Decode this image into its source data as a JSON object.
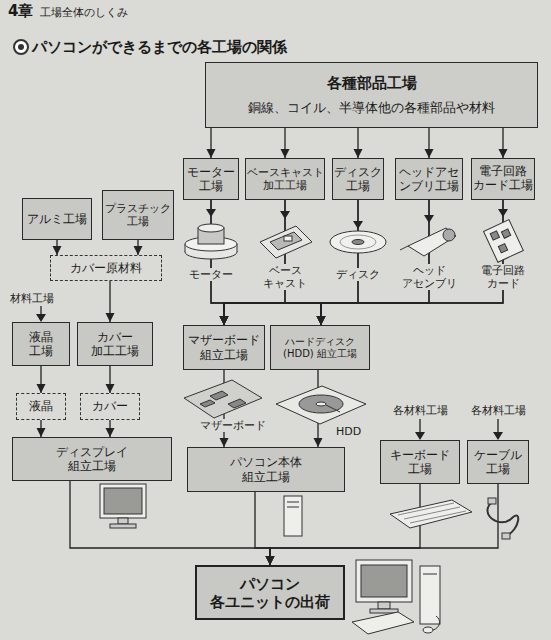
{
  "diagram": {
    "title": "パソコンができるまでの各工場の関係",
    "nodes": [
      {
        "text": [
          "各種部品工場",
          "銅線、コイル、半導体他の各種部品や材料"
        ]
      },
      {
        "text": [
          "モーター 工場"
        ]
      },
      {
        "text": [
          "ベースキャスト 加工工場"
        ]
      },
      {
        "text": [
          "ディスク 工場"
        ]
      },
      {
        "text": [
          "ヘッドアセ ンブリ工場"
        ]
      },
      {
        "text": [
          "電子回路 カード工場"
        ]
      },
      {
        "text": [
          "アルミ工場"
        ]
      },
      {
        "text": [
          "プラスチック 工場"
        ]
      },
      {
        "text": [
          "カバー原材料"
        ]
      },
      {
        "text": [
          "液晶 工場"
        ]
      },
      {
        "text": [
          "カバー 加工工場"
        ]
      },
      {
        "text": [
          "マザーボード 組立工場"
        ]
      },
      {
        "text": [
          "ハードディスク(HDD) 組立工場"
        ]
      },
      {
        "text": [
          "液晶"
        ]
      },
      {
        "text": [
          "カバー"
        ]
      },
      {
        "text": [
          "ディスプレイ 組立工場"
        ]
      },
      {
        "text": [
          "パソコン本体 組立工場"
        ]
      },
      {
        "text": [
          "キーボード 工場"
        ]
      },
      {
        "text": [
          "ケーブル 工場"
        ]
      },
      {
        "text": [
          "パソコン 各ユニットの出荷"
        ]
      }
    ],
    "edges": [
      {
        "from": 0,
        "to": 1,
        "arrow": "to"
      },
      {
        "from": 0,
        "to": 2,
        "arrow": "to"
      },
      {
        "from": 0,
        "to": 3,
        "arrow": "to"
      },
      {
        "from": 0,
        "to": 4,
        "arrow": "to"
      },
      {
        "from": 0,
        "to": 5,
        "arrow": "to"
      },
      {
        "from": 1,
        "to": 11,
        "arrow": "to"
      },
      {
        "from": 1,
        "to": 12,
        "arrow": "to"
      },
      {
        "from": 2,
        "to": 11,
        "arrow": "to"
      },
      {
        "from": 2,
        "to": 12,
        "arrow": "to"
      },
      {
        "from": 3,
        "to": 11,
        "arrow": "to"
      },
      {
        "from": 3,
        "to": 12,
        "arrow": "to"
      },
      {
        "from": 4,
        "to": 11,
        "arrow": "to"
      },
      {
        "from": 4,
        "to": 12,
        "arrow": "to"
      },
      {
        "from": 5,
        "to": 11,
        "arrow": "to"
      },
      {
        "from": 5,
        "to": 12,
        "arrow": "to"
      },
      {
        "from": 6,
        "to": 8,
        "arrow": "to"
      },
      {
        "from": 7,
        "to": 8,
        "arrow": "to"
      },
      {
        "from": 8,
        "to": 10,
        "arrow": "to"
      },
      {
        "from": 9,
        "to": 13,
        "arrow": "to"
      },
      {
        "from": 10,
        "to": 14,
        "arrow": "to"
      },
      {
        "from": 13,
        "to": 15,
        "arrow": "to"
      },
      {
        "from": 14,
        "to": 15,
        "arrow": "to"
      },
      {
        "from": 11,
        "to": 16,
        "arrow": "to"
      },
      {
        "from": 12,
        "to": 16,
        "arrow": "to"
      },
      {
        "from": 15,
        "to": 19,
        "arrow": "to"
      },
      {
        "from": 16,
        "to": 19,
        "arrow": "to"
      },
      {
        "from": 17,
        "to": 19,
        "arrow": "to"
      },
      {
        "from": 18,
        "to": 19,
        "arrow": "to"
      }
    ],
    "labels": [
      "4章",
      "工場全体のしくみ",
      "材料工場",
      "モーター",
      "ベース キャスト",
      "ディスク",
      "ヘッド アセンブリ",
      "電子回路 カード",
      "マザーボード",
      "HDD",
      "各材料工場",
      "各材料工場"
    ]
  }
}
